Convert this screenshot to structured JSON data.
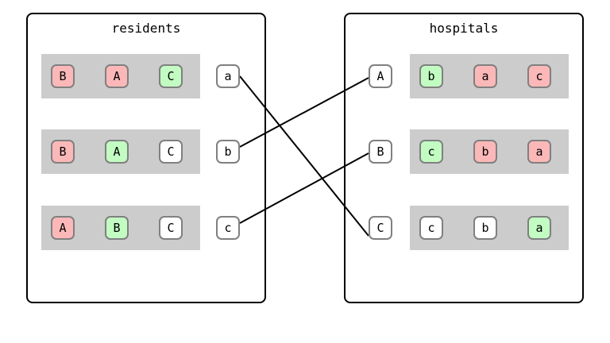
{
  "residents": {
    "title": "residents",
    "agents": [
      {
        "label": "a",
        "prefs": [
          {
            "label": "B",
            "state": "rejected"
          },
          {
            "label": "A",
            "state": "rejected"
          },
          {
            "label": "C",
            "state": "matched"
          }
        ]
      },
      {
        "label": "b",
        "prefs": [
          {
            "label": "B",
            "state": "rejected"
          },
          {
            "label": "A",
            "state": "matched"
          },
          {
            "label": "C",
            "state": "neutral"
          }
        ]
      },
      {
        "label": "c",
        "prefs": [
          {
            "label": "A",
            "state": "rejected"
          },
          {
            "label": "B",
            "state": "matched"
          },
          {
            "label": "C",
            "state": "neutral"
          }
        ]
      }
    ]
  },
  "hospitals": {
    "title": "hospitals",
    "agents": [
      {
        "label": "A",
        "prefs": [
          {
            "label": "b",
            "state": "matched"
          },
          {
            "label": "a",
            "state": "rejected"
          },
          {
            "label": "c",
            "state": "rejected"
          }
        ]
      },
      {
        "label": "B",
        "prefs": [
          {
            "label": "c",
            "state": "matched"
          },
          {
            "label": "b",
            "state": "rejected"
          },
          {
            "label": "a",
            "state": "rejected"
          }
        ]
      },
      {
        "label": "C",
        "prefs": [
          {
            "label": "c",
            "state": "neutral"
          },
          {
            "label": "b",
            "state": "neutral"
          },
          {
            "label": "a",
            "state": "matched"
          }
        ]
      }
    ]
  },
  "matching": [
    {
      "resident": "a",
      "hospital": "C"
    },
    {
      "resident": "b",
      "hospital": "A"
    },
    {
      "resident": "c",
      "hospital": "B"
    }
  ],
  "colors": {
    "matched": "#c2fcc2",
    "rejected": "#fcb8b8",
    "neutral": "#ffffff"
  }
}
